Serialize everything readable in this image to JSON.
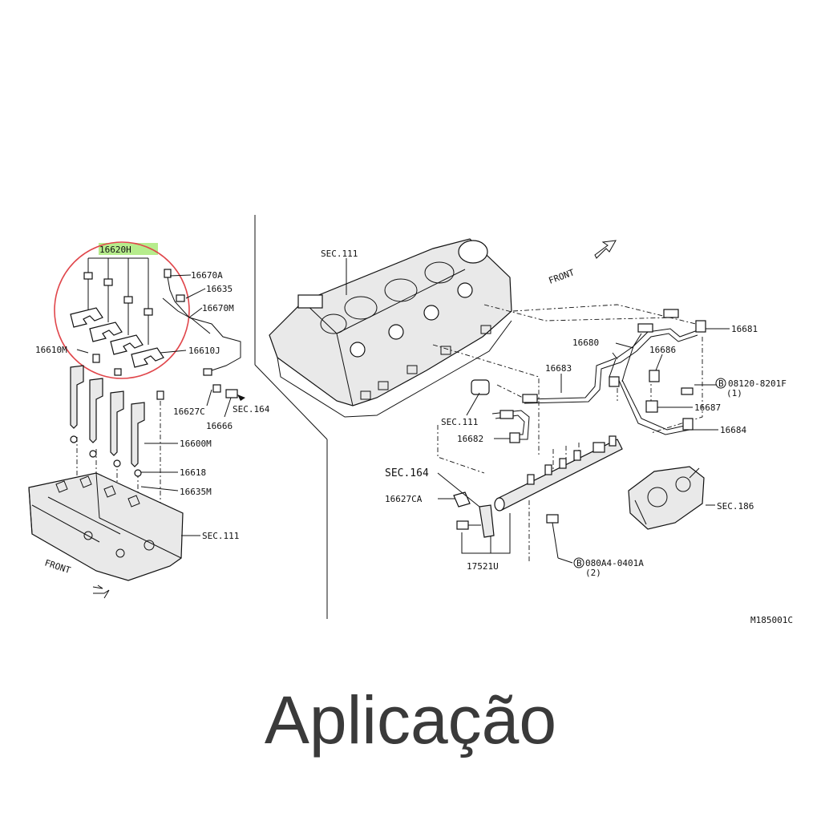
{
  "labels": {
    "p16620H": "16620H",
    "p16670A": "16670A",
    "p16635": "16635",
    "p16670M": "16670M",
    "p16610M": "16610M",
    "p16610J": "16610J",
    "p16627C": "16627C",
    "p16666": "16666",
    "sec164_left": "SEC.164",
    "p16600M": "16600M",
    "p16618": "16618",
    "p16635M": "16635M",
    "sec111_left": "SEC.111",
    "front_left": "FRONT",
    "sec111_top": "SEC.111",
    "front_right": "FRONT",
    "p16681": "16681",
    "p16680": "16680",
    "p16686": "16686",
    "p16683": "16683",
    "b08120": "08120-8201F",
    "b08120_qty": "(1)",
    "p16687": "16687",
    "sec111_mid": "SEC.111",
    "p16684": "16684",
    "p16682": "16682",
    "sec164_right": "SEC.164",
    "p16627CA": "16627CA",
    "sec186": "SEC.186",
    "p17521U": "17521U",
    "b080A4": "080A4-0401A",
    "b080A4_qty": "(2)",
    "bolt_marker": "B",
    "code": "M185001C"
  },
  "colors": {
    "highlight": "#b6ec8c",
    "circle": "#e0464b",
    "caption": "#3a3a3a"
  },
  "caption": "Aplicação"
}
